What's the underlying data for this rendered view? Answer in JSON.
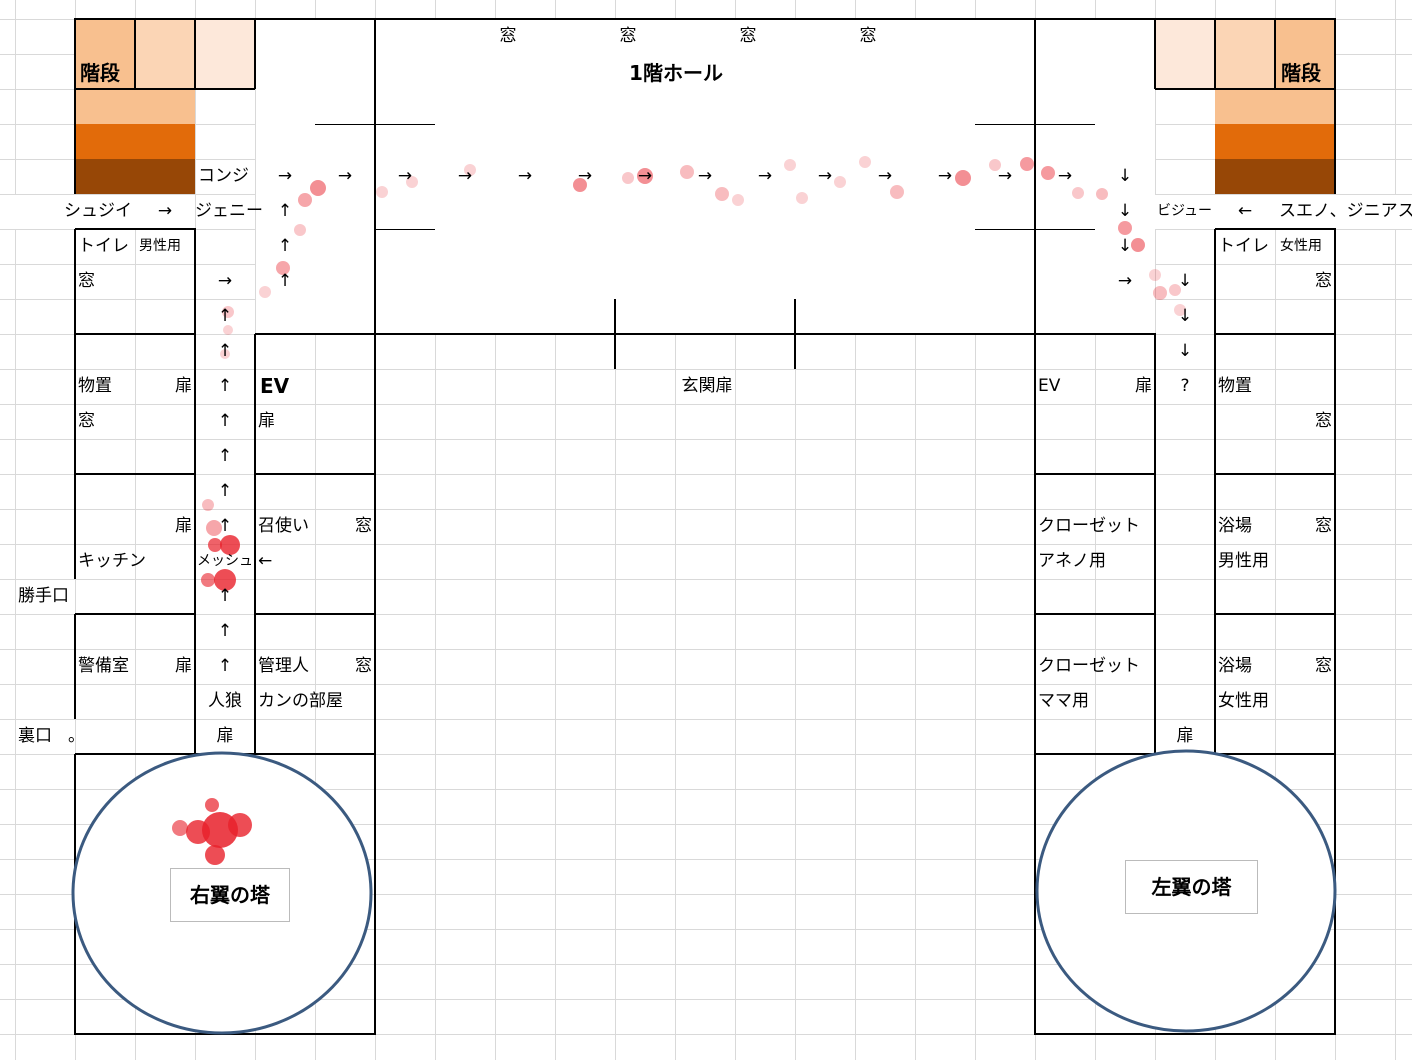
{
  "hall": {
    "title": "1階ホール",
    "windows": [
      "窓",
      "窓",
      "窓",
      "窓"
    ],
    "entrance": "玄関扉"
  },
  "stairs": {
    "left": "階段",
    "right": "階段"
  },
  "left_wing": {
    "toilet": "トイレ",
    "toilet_for": "男性用",
    "window_a": "窓",
    "storage": "物置",
    "storage_door": "扉",
    "storage_window": "窓",
    "ev": "EV",
    "ev_door": "扉",
    "kitchen_door": "扉",
    "kitchen": "キッチン",
    "back_door": "勝手口",
    "servant": "召使い",
    "servant_window": "窓",
    "guard": "警備室",
    "guard_door": "扉",
    "manager": "管理人",
    "manager_window": "窓",
    "kan_room": "カンの部屋",
    "rear": "裏口",
    "rear_mark": "。",
    "corridor_door": "扉",
    "tower": "右翼の塔"
  },
  "right_wing": {
    "toilet": "トイレ",
    "toilet_for": "女性用",
    "window_a": "窓",
    "ev": "EV",
    "ev_door": "扉",
    "unknown": "?",
    "storage": "物置",
    "storage_window": "窓",
    "closet1": "クローゼット",
    "closet1_for": "アネノ用",
    "bath1": "浴場",
    "bath1_window": "窓",
    "bath1_for": "男性用",
    "closet2": "クローゼット",
    "closet2_for": "ママ用",
    "bath2": "浴場",
    "bath2_window": "窓",
    "bath2_for": "女性用",
    "corridor_door": "扉",
    "tower": "左翼の塔"
  },
  "characters": {
    "konji": "コンジ",
    "shujii": "シュジイ",
    "jenny": "ジェニー",
    "bijou": "ビジュー",
    "sueno_jinias": "スエノ、ジニアス",
    "mesh": "メッシュ",
    "werewolf": "人狼"
  },
  "arrows": {
    "right": "→",
    "left": "←",
    "up": "↑",
    "down": "↓"
  },
  "colors": {
    "stair_light": "#fde8da",
    "stair_mid": "#fbd5b5",
    "stair_tan": "#f8c08f",
    "stair_orange": "#e26b0a",
    "stair_brown": "#974706",
    "tower_stroke": "#3b5a80",
    "blood": "#e8202a"
  }
}
